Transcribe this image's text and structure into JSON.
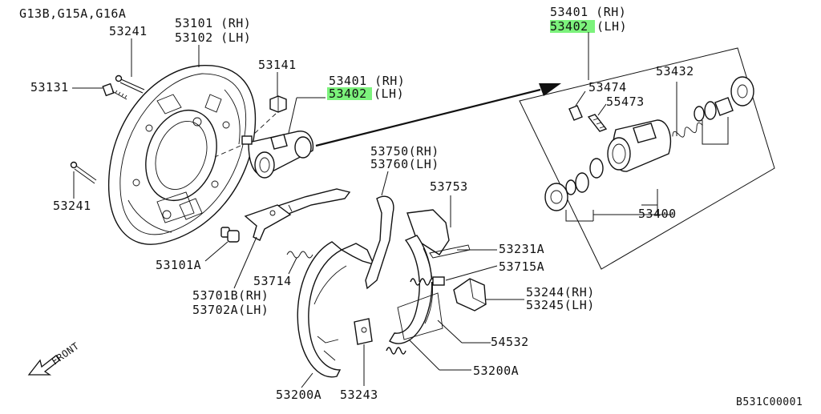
{
  "diagram_code": "B531C00001",
  "colors": {
    "highlight": "#7CF27C",
    "ink": "#111111",
    "background": "#ffffff"
  },
  "labels": {
    "engines": "G13B,G15A,G16A",
    "p53241_top": "53241",
    "p53101": "53101 (RH)",
    "p53102": "53102 (LH)",
    "p53131": "53131",
    "p53141": "53141",
    "p53401_mid": "53401 (RH)",
    "p53402_mid_num": "53402",
    "p53402_mid_side": "(LH)",
    "p53241_bot": "53241",
    "p53101a": "53101A",
    "p53750": "53750(RH)",
    "p53760": "53760(LH)",
    "p53753": "53753",
    "p53714": "53714",
    "p53701b": "53701B(RH)",
    "p53702a": "53702A(LH)",
    "p53231a": "53231A",
    "p53715a": "53715A",
    "p53244": "53244(RH)",
    "p53245": "53245(LH)",
    "p54532": "54532",
    "p53200a_right": "53200A",
    "p53200a_bottom": "53200A",
    "p53243": "53243",
    "front": "FRONT",
    "p53401_top": "53401 (RH)",
    "p53402_top_num": "53402",
    "p53402_top_side": "(LH)",
    "p53474": "53474",
    "p55473": "55473",
    "p53432": "53432",
    "p53400": "53400"
  }
}
